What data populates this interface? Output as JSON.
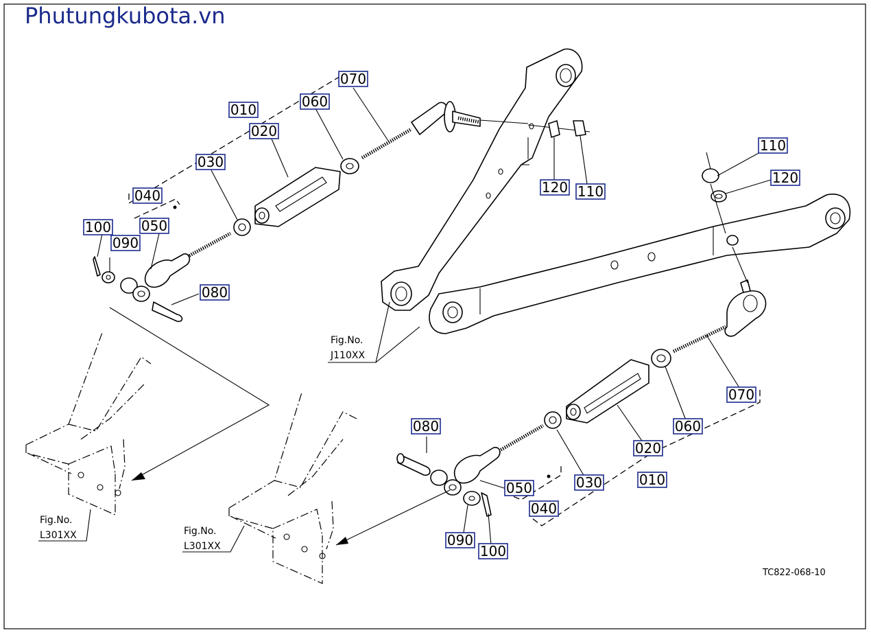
{
  "watermark": "Phutungkubota.vn",
  "diagram_code": "TC822-068-10",
  "references": {
    "j110": {
      "line1": "Fig.No.",
      "line2": "J110XX"
    },
    "l301_left": {
      "line1": "Fig.No.",
      "line2": "L301XX"
    },
    "l301_right": {
      "line1": "Fig.No.",
      "line2": "L301XX"
    }
  },
  "part_labels": [
    {
      "id": "left-070",
      "text": "070"
    },
    {
      "id": "left-010",
      "text": "010"
    },
    {
      "id": "left-020",
      "text": "020"
    },
    {
      "id": "left-060",
      "text": "060"
    },
    {
      "id": "left-030",
      "text": "030"
    },
    {
      "id": "left-040",
      "text": "040"
    },
    {
      "id": "left-050",
      "text": "050"
    },
    {
      "id": "left-100",
      "text": "100"
    },
    {
      "id": "left-090",
      "text": "090"
    },
    {
      "id": "left-080",
      "text": "080"
    },
    {
      "id": "upper-120",
      "text": "120"
    },
    {
      "id": "upper-110",
      "text": "110"
    },
    {
      "id": "right-110",
      "text": "110"
    },
    {
      "id": "right-120",
      "text": "120"
    },
    {
      "id": "right-070",
      "text": "070"
    },
    {
      "id": "right-060",
      "text": "060"
    },
    {
      "id": "right-020",
      "text": "020"
    },
    {
      "id": "right-010",
      "text": "010"
    },
    {
      "id": "right-030",
      "text": "030"
    },
    {
      "id": "right-080",
      "text": "080"
    },
    {
      "id": "right-050",
      "text": "050"
    },
    {
      "id": "right-040",
      "text": "040"
    },
    {
      "id": "right-090",
      "text": "090"
    },
    {
      "id": "right-100",
      "text": "100"
    }
  ]
}
